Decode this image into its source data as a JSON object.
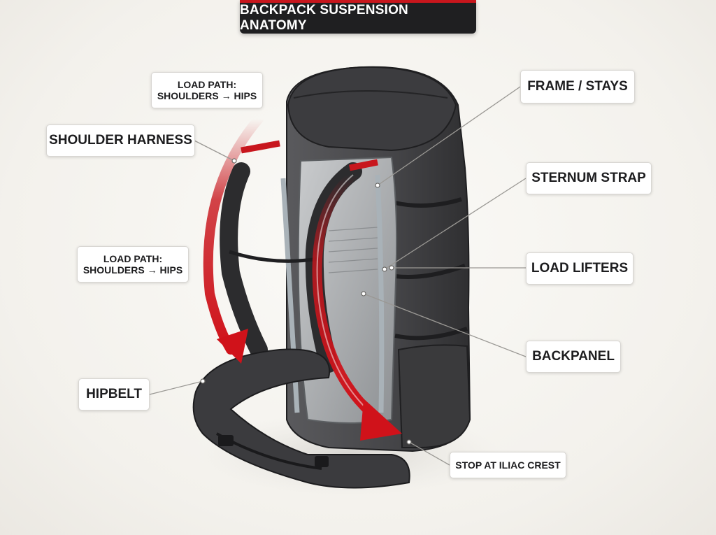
{
  "title": "BACKPACK SUSPENSION ANATOMY",
  "labels": {
    "load_path_top": "LOAD PATH:\nSHOULDERS → HIPS",
    "shoulder_harness": "SHOULDER HARNESS",
    "load_path_mid": "LOAD PATH:\nSHOULDERS → HIPS",
    "hipbelt": "HIPBELT",
    "frame_stays": "FRAME / STAYS",
    "sternum_strap": "STERNUM STRAP",
    "load_lifters": "LOAD LIFTERS",
    "backpanel": "BACKPANEL",
    "stop_iliac": "STOP AT ILIAC CREST"
  },
  "colors": {
    "accent": "#c8161d",
    "pack_body": "#4a4a4d",
    "pack_dark": "#2e2e30",
    "stay": "#a9b2b8",
    "label_bg": "#ffffff"
  }
}
